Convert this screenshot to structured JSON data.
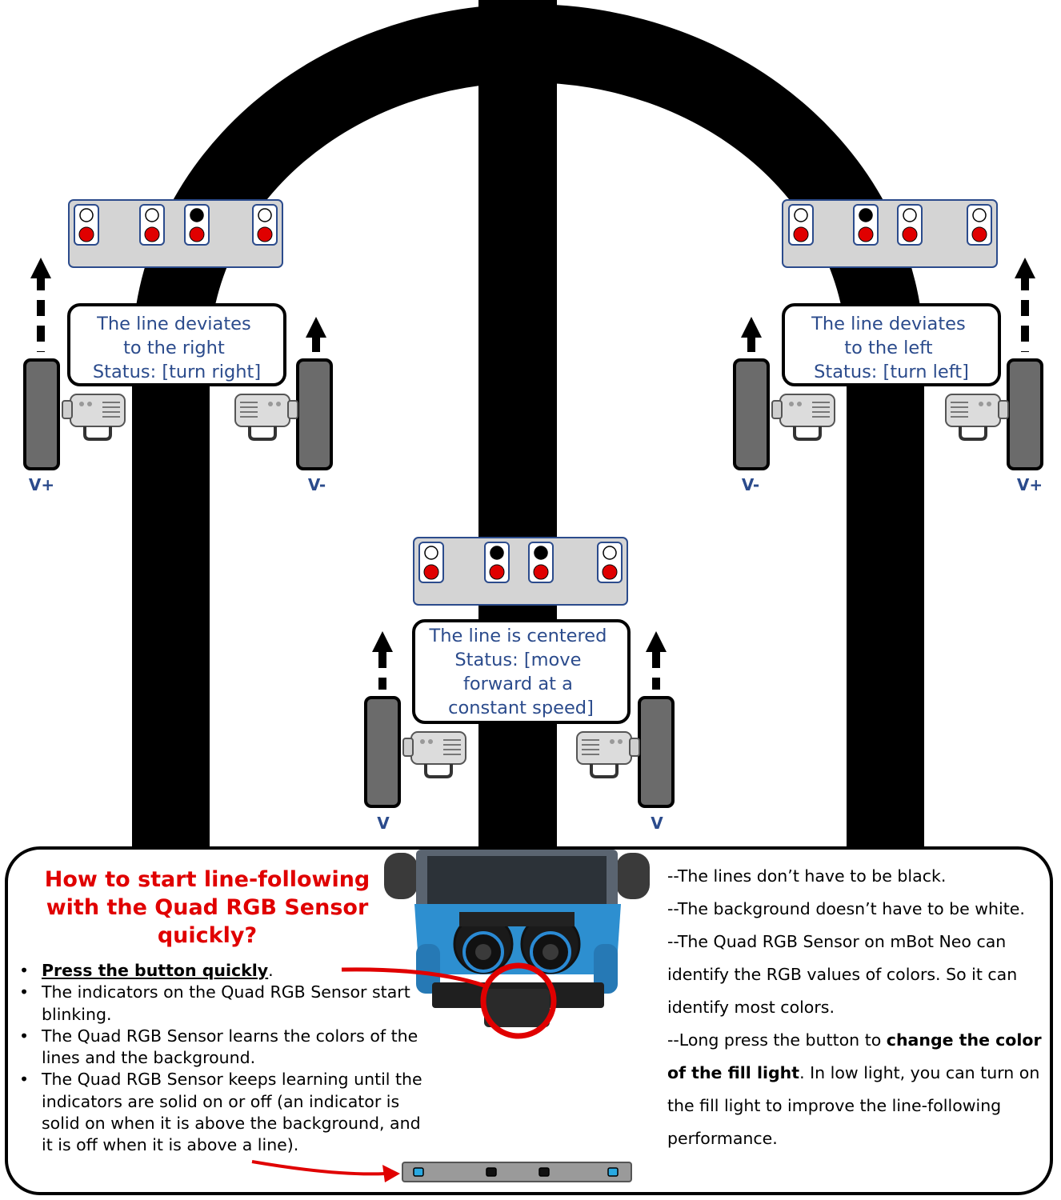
{
  "states": {
    "right": {
      "lines": [
        "The line deviates",
        "to the right",
        "Status: [turn right]"
      ],
      "left_speed": "V+",
      "right_speed": "V-",
      "indicators": [
        "white",
        "white",
        "black",
        "white"
      ]
    },
    "left": {
      "lines": [
        "The line deviates",
        "to the left",
        "Status: [turn left]"
      ],
      "left_speed": "V-",
      "right_speed": "V+",
      "indicators": [
        "white",
        "black",
        "white",
        "white"
      ]
    },
    "center": {
      "lines": [
        "The line is centered",
        "Status: [move",
        "forward at a",
        "constant speed]"
      ],
      "left_speed": "V",
      "right_speed": "V",
      "indicators": [
        "white",
        "black",
        "black",
        "white"
      ]
    }
  },
  "help": {
    "title": "How to start line-following with the Quad RGB Sensor quickly?",
    "steps": [
      {
        "emphasis": "Press the button quickly",
        "text": "."
      },
      {
        "emphasis": "",
        "text": "The indicators on the Quad RGB Sensor start blinking."
      },
      {
        "emphasis": "",
        "text": "The Quad RGB Sensor learns the colors of the lines and the background."
      },
      {
        "emphasis": "",
        "text": "The Quad RGB Sensor keeps learning until the indicators are solid on or off (an indicator is solid on when it is above the background, and it is off when it is above a line)."
      }
    ]
  },
  "notes": [
    {
      "text": "--The lines don’t have to be black.",
      "bold": "",
      "after": ""
    },
    {
      "text": "--The background doesn’t have to be white.",
      "bold": "",
      "after": ""
    },
    {
      "text": "--The Quad RGB Sensor on mBot Neo can identify the RGB values of colors. So it can identify most colors.",
      "bold": "",
      "after": ""
    },
    {
      "text": "--Long press the button to ",
      "bold": "change the color of the fill light",
      "after": ". In low light, you can turn on the fill light to improve the line-following performance."
    }
  ],
  "colors": {
    "status_text": "#2b4b8c",
    "title_red": "#e00000",
    "indicator_red": "#e00000",
    "sensor_blue": "#29a9e1",
    "robot_blue": "#2d8fd0"
  }
}
